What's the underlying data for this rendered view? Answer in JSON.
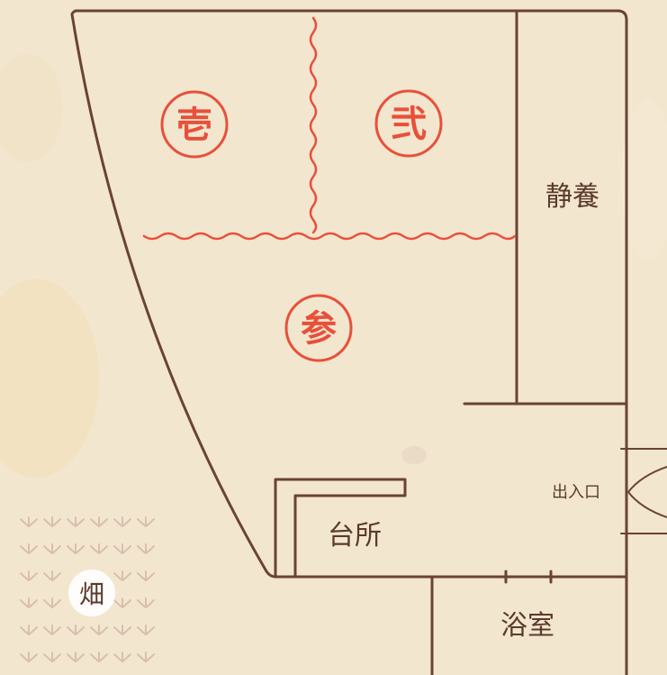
{
  "colors": {
    "paper": "#f3e6cf",
    "wall": "#6a4333",
    "zone_accent": "#e8503a",
    "field_grass": "#d9bfb1"
  },
  "zones": [
    {
      "id": "zone-1",
      "label": "壱"
    },
    {
      "id": "zone-2",
      "label": "弐"
    },
    {
      "id": "zone-3",
      "label": "参"
    }
  ],
  "rooms": {
    "recuperation": "静養",
    "kitchen": "台所",
    "bath": "浴室",
    "entrance": "出入口",
    "field": "畑"
  },
  "icons": [
    "entrance-door-icon",
    "field-grass-icon"
  ]
}
